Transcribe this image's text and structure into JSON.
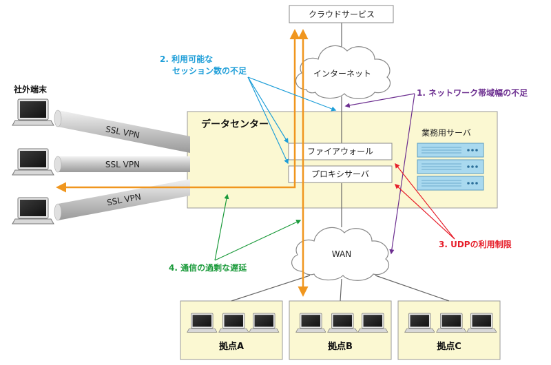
{
  "cloud_service": "クラウドサービス",
  "internet": "インターネット",
  "wan": "WAN",
  "external_terminals": "社外端末",
  "datacenter": "データセンター",
  "firewall": "ファイアウォール",
  "proxy": "プロキシサーバ",
  "business_server": "業務用サーバ",
  "vpn": [
    "SSL VPN",
    "SSL VPN",
    "SSL VPN"
  ],
  "sites": [
    "拠点A",
    "拠点B",
    "拠点C"
  ],
  "issues": {
    "issue1": "1. ネットワーク帯域幅の不足",
    "issue2_line1": "2. 利用可能な",
    "issue2_line2": "セッション数の不足",
    "issue3": "3. UDPの利用制限",
    "issue4": "4. 通信の過剰な遅延"
  },
  "colors": {
    "orange": "#f0961e",
    "blue": "#1e9ed8",
    "purple": "#6b2d8f",
    "red": "#e61e2a",
    "green": "#1a9a3a",
    "datacenter_fill": "#fbf8d2",
    "server_fill": "#a9d9ef"
  }
}
